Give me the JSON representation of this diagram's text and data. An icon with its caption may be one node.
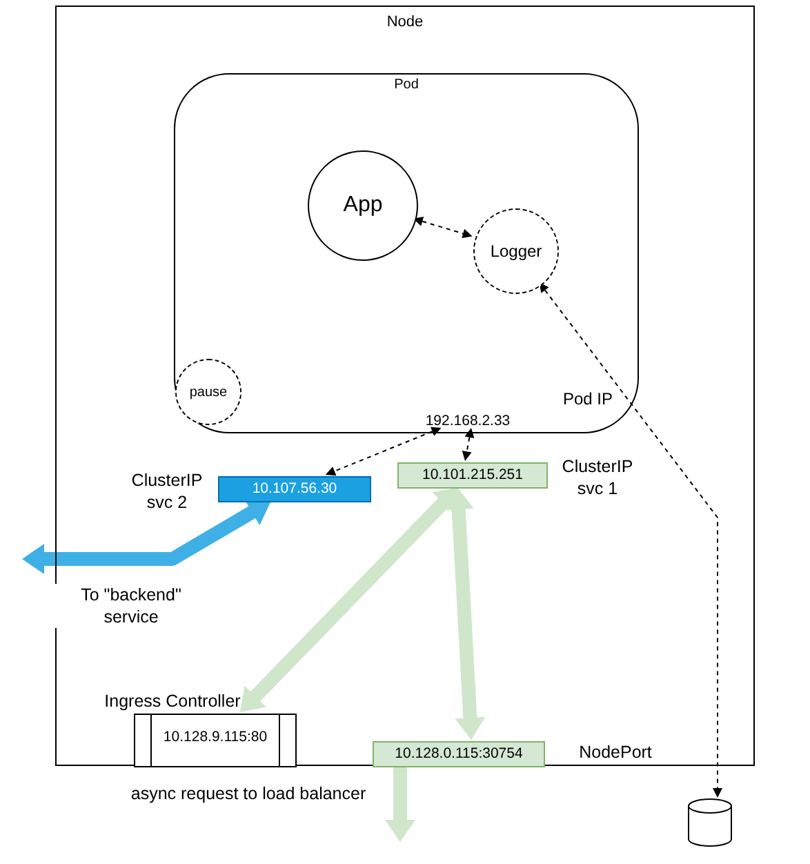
{
  "diagram": {
    "nodes": [
      {
        "text": [
          "Node"
        ]
      },
      {
        "text": [
          "Pod",
          "Pod IP"
        ],
        "in": 0
      },
      {
        "text": [
          "App"
        ],
        "in": 1
      },
      {
        "text": [
          "Logger"
        ],
        "in": 1
      },
      {
        "text": [
          "pause"
        ],
        "in": 1
      },
      {
        "text": [
          "192.168.2.33"
        ],
        "in": 1
      },
      {
        "text": [
          "10.101.215.251"
        ],
        "beside": [
          "ClusterIP svc 1"
        ],
        "in": 0
      },
      {
        "text": [
          "10.107.56.30"
        ],
        "beside": [
          "ClusterIP svc 2"
        ],
        "in": 0
      },
      {
        "text": [
          "10.128.9.115:80"
        ],
        "beside": [
          "Ingress Controller"
        ],
        "in": 0
      },
      {
        "text": [
          "10.128.0.115:30754"
        ],
        "beside": [
          "NodePort"
        ],
        "in": 0
      },
      {
        "text": [],
        "shape": "cylinder"
      }
    ],
    "edges": [
      {
        "from": 2,
        "to": 3,
        "arrow": "both",
        "style": "dashed"
      },
      {
        "from": 5,
        "to": 7,
        "arrow": "both",
        "style": "dashed"
      },
      {
        "from": 5,
        "to": 6,
        "arrow": "both",
        "style": "dashed"
      },
      {
        "from": 3,
        "to": 10,
        "arrow": "both",
        "style": "dashed"
      },
      {
        "from": 6,
        "to": 8,
        "arrow": "both",
        "style": "thick",
        "color": "#cfe6cb"
      },
      {
        "from": 6,
        "to": 9,
        "arrow": "both",
        "style": "thick",
        "color": "#cfe6cb"
      },
      {
        "from": 7,
        "to": null,
        "arrow": "both",
        "style": "thick",
        "color": "#3fb0e6",
        "label": "To \"backend\" service"
      },
      {
        "from": 9,
        "to": null,
        "arrow": "to",
        "style": "thick",
        "color": "#cfe6cb",
        "label": "async request to load balancer"
      }
    ]
  }
}
